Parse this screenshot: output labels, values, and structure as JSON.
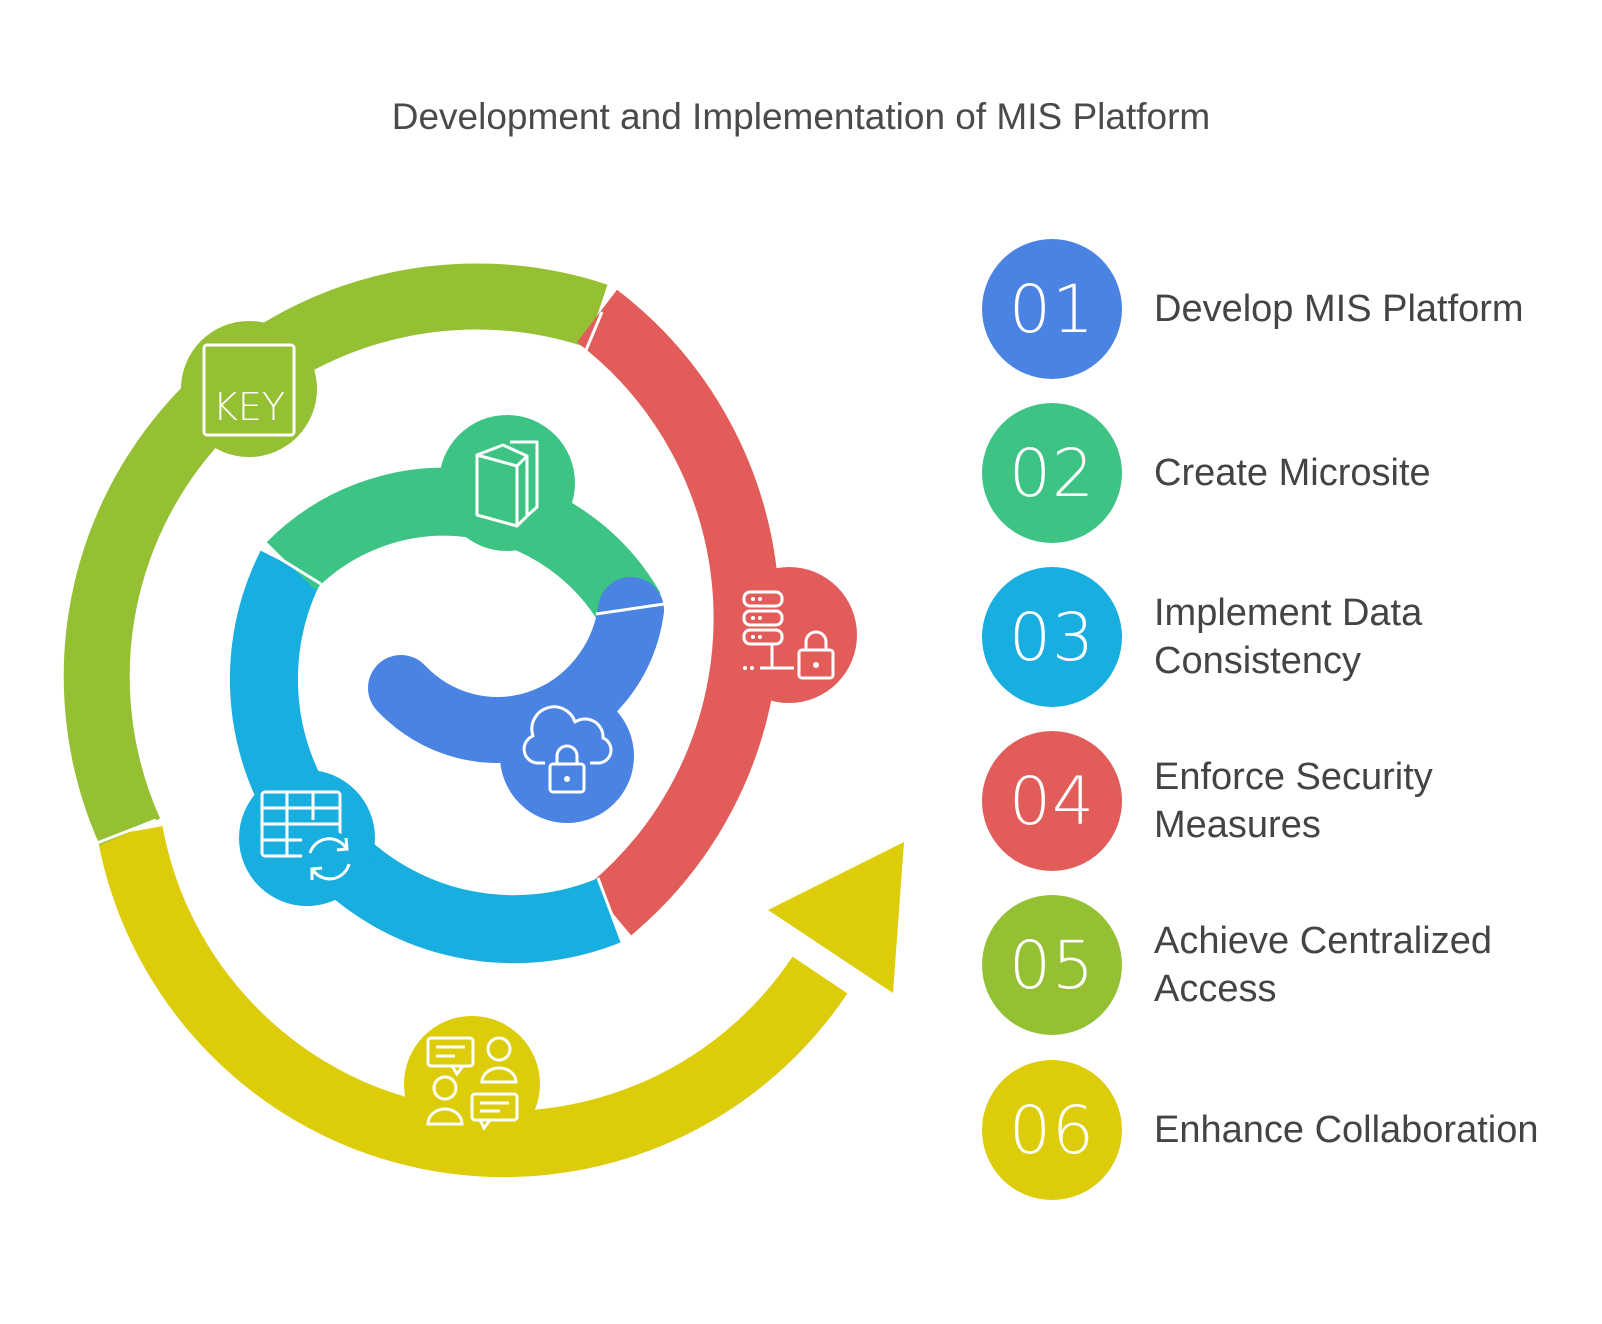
{
  "title": "Development and Implementation of MIS Platform",
  "steps": [
    {
      "number": "01",
      "label": "Develop MIS Platform",
      "color": "#4A83E2"
    },
    {
      "number": "02",
      "label": "Create Microsite",
      "color": "#3DC484"
    },
    {
      "number": "03",
      "label": "Implement Data Consistency",
      "color": "#18AEE0"
    },
    {
      "number": "04",
      "label": "Enforce Security Measures",
      "color": "#E25C5A"
    },
    {
      "number": "05",
      "label": "Achieve Centralized Access",
      "color": "#95C034"
    },
    {
      "number": "06",
      "label": "Enhance Collaboration",
      "color": "#DDCC0A"
    }
  ],
  "icons": {
    "key": "key-icon",
    "book": "book-icon",
    "server_lock": "server-lock-icon",
    "cloud_lock": "cloud-lock-icon",
    "table_sync": "table-sync-icon",
    "collaboration": "collaboration-icon"
  },
  "key_icon_text": "KEY"
}
